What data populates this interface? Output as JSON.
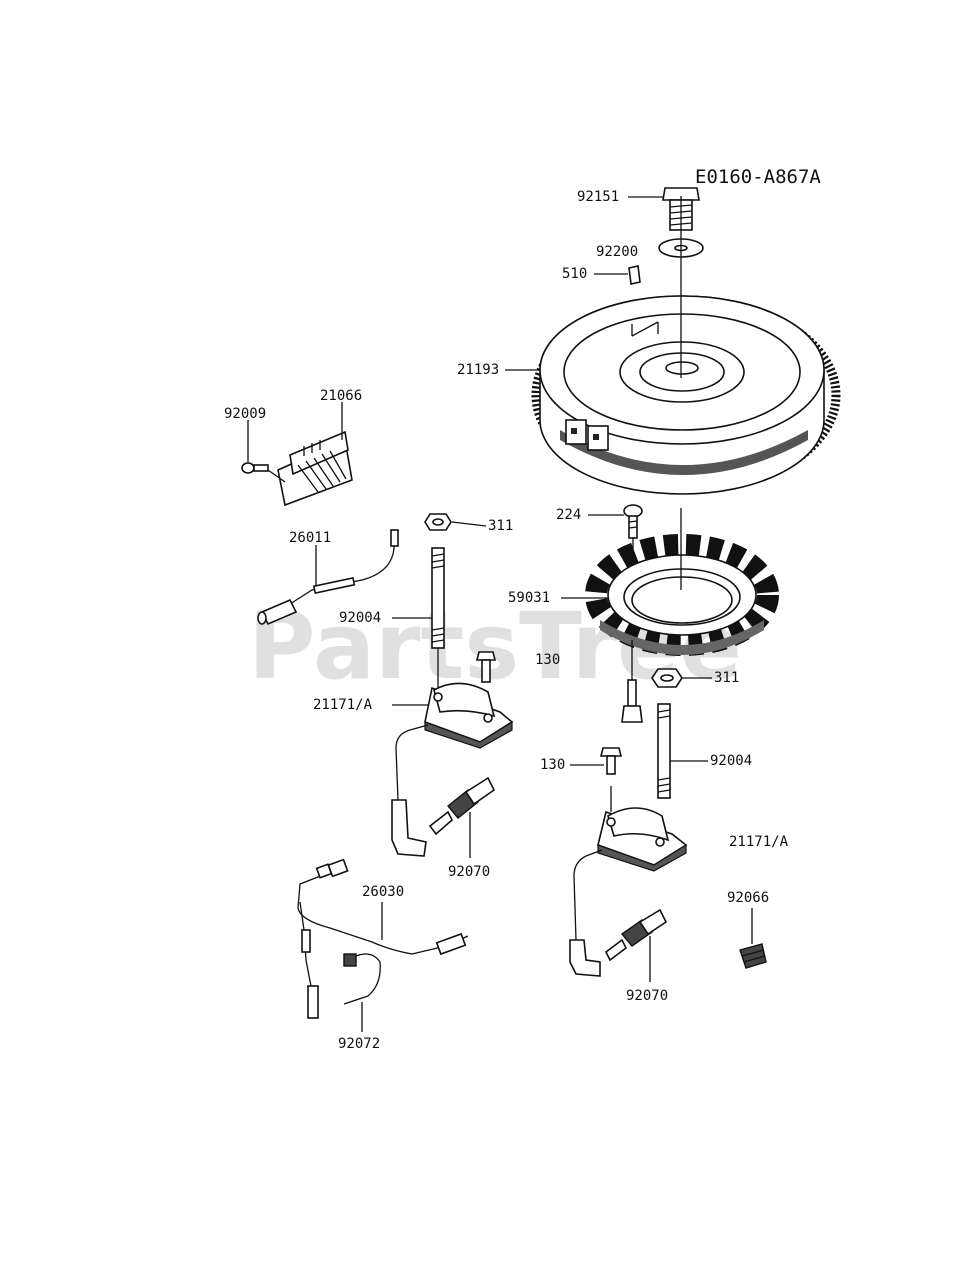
{
  "diagram": {
    "code": "E0160-A867A",
    "watermark": "PartsTree",
    "labels": {
      "p92151": "92151",
      "p92200": "92200",
      "p510": "510",
      "p21193": "21193",
      "p92009": "92009",
      "p21066": "21066",
      "p311a": "311",
      "p26011": "26011",
      "p224": "224",
      "p59031": "59031",
      "p92004a": "92004",
      "p130a": "130",
      "p311b": "311",
      "p21171a": "21171/A",
      "p130b": "130",
      "p92004b": "92004",
      "p92070a": "92070",
      "p21171b": "21171/A",
      "p26030": "26030",
      "p92066": "92066",
      "p92072": "92072",
      "p92070b": "92070"
    }
  }
}
